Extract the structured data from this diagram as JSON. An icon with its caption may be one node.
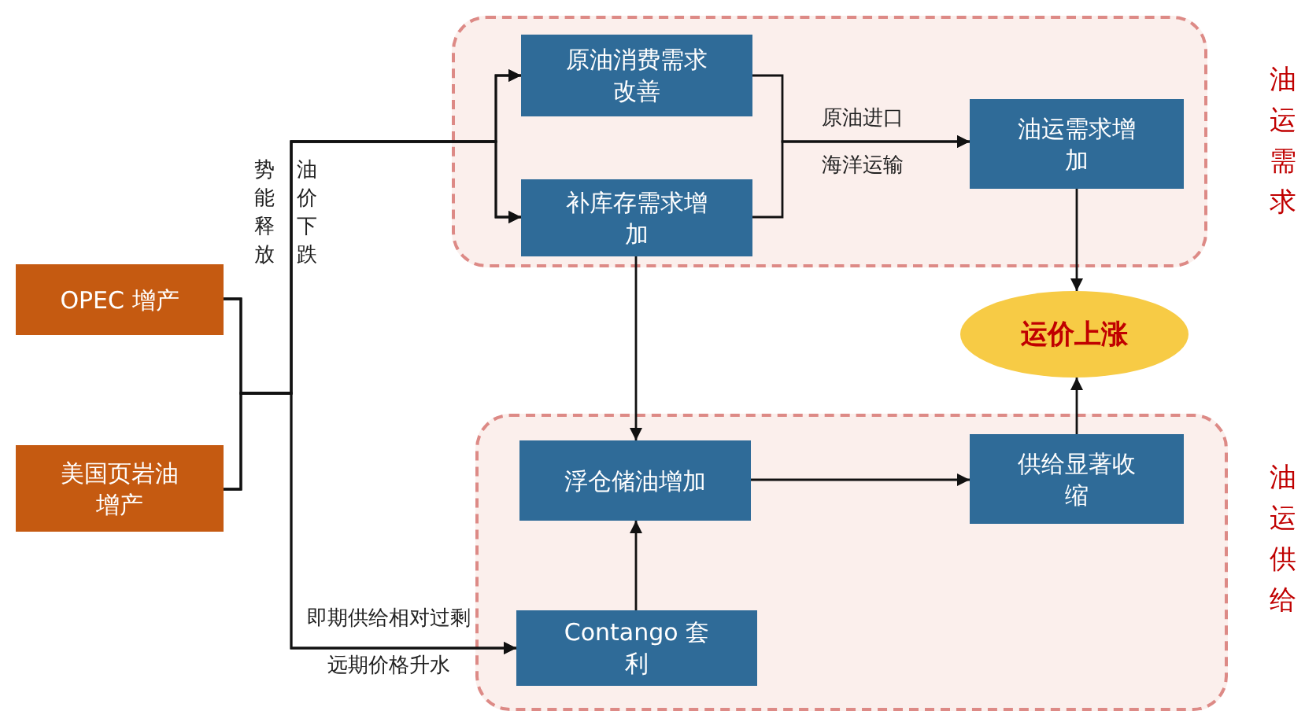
{
  "diagram": {
    "nodes": [
      {
        "text": [
          "油运需求"
        ]
      },
      {
        "text": [
          "原油消费需求改善"
        ],
        "in": 0
      },
      {
        "text": [
          "补库存需求增加"
        ],
        "in": 0
      },
      {
        "text": [
          "油运需求增加"
        ],
        "in": 0
      },
      {
        "text": [
          "油运供给"
        ]
      },
      {
        "text": [
          "浮仓储油增加"
        ],
        "in": 4
      },
      {
        "text": [
          "供给显著收缩"
        ],
        "in": 4
      },
      {
        "text": [
          "Contango 套利"
        ],
        "in": 4
      },
      {
        "text": [
          "OPEC 增产"
        ]
      },
      {
        "text": [
          "美国页岩油增产"
        ]
      },
      {
        "text": [
          "运价上涨"
        ]
      }
    ],
    "edges": [
      {
        "from": 8,
        "to": 1,
        "arrow": "to"
      },
      {
        "from": 8,
        "to": 2,
        "arrow": "to"
      },
      {
        "from": 8,
        "to": 7,
        "arrow": "to",
        "label": "即期供给相对过剩"
      },
      {
        "from": 9,
        "to": 1,
        "arrow": "to"
      },
      {
        "from": 9,
        "to": 2,
        "arrow": "to"
      },
      {
        "from": 9,
        "to": 7,
        "arrow": "to",
        "label": "远期价格升水"
      },
      {
        "from": 1,
        "to": 3,
        "arrow": "to",
        "label": "原油进口"
      },
      {
        "from": 2,
        "to": 3,
        "arrow": "to",
        "label": "海洋运输"
      },
      {
        "from": 2,
        "to": 5,
        "arrow": "to"
      },
      {
        "from": 7,
        "to": 5,
        "arrow": "to"
      },
      {
        "from": 5,
        "to": 6,
        "arrow": "to"
      },
      {
        "from": 3,
        "to": 10,
        "arrow": "to"
      },
      {
        "from": 6,
        "to": 10,
        "arrow": "to"
      }
    ],
    "labels": [
      "势能释放",
      "油价下跌"
    ]
  }
}
